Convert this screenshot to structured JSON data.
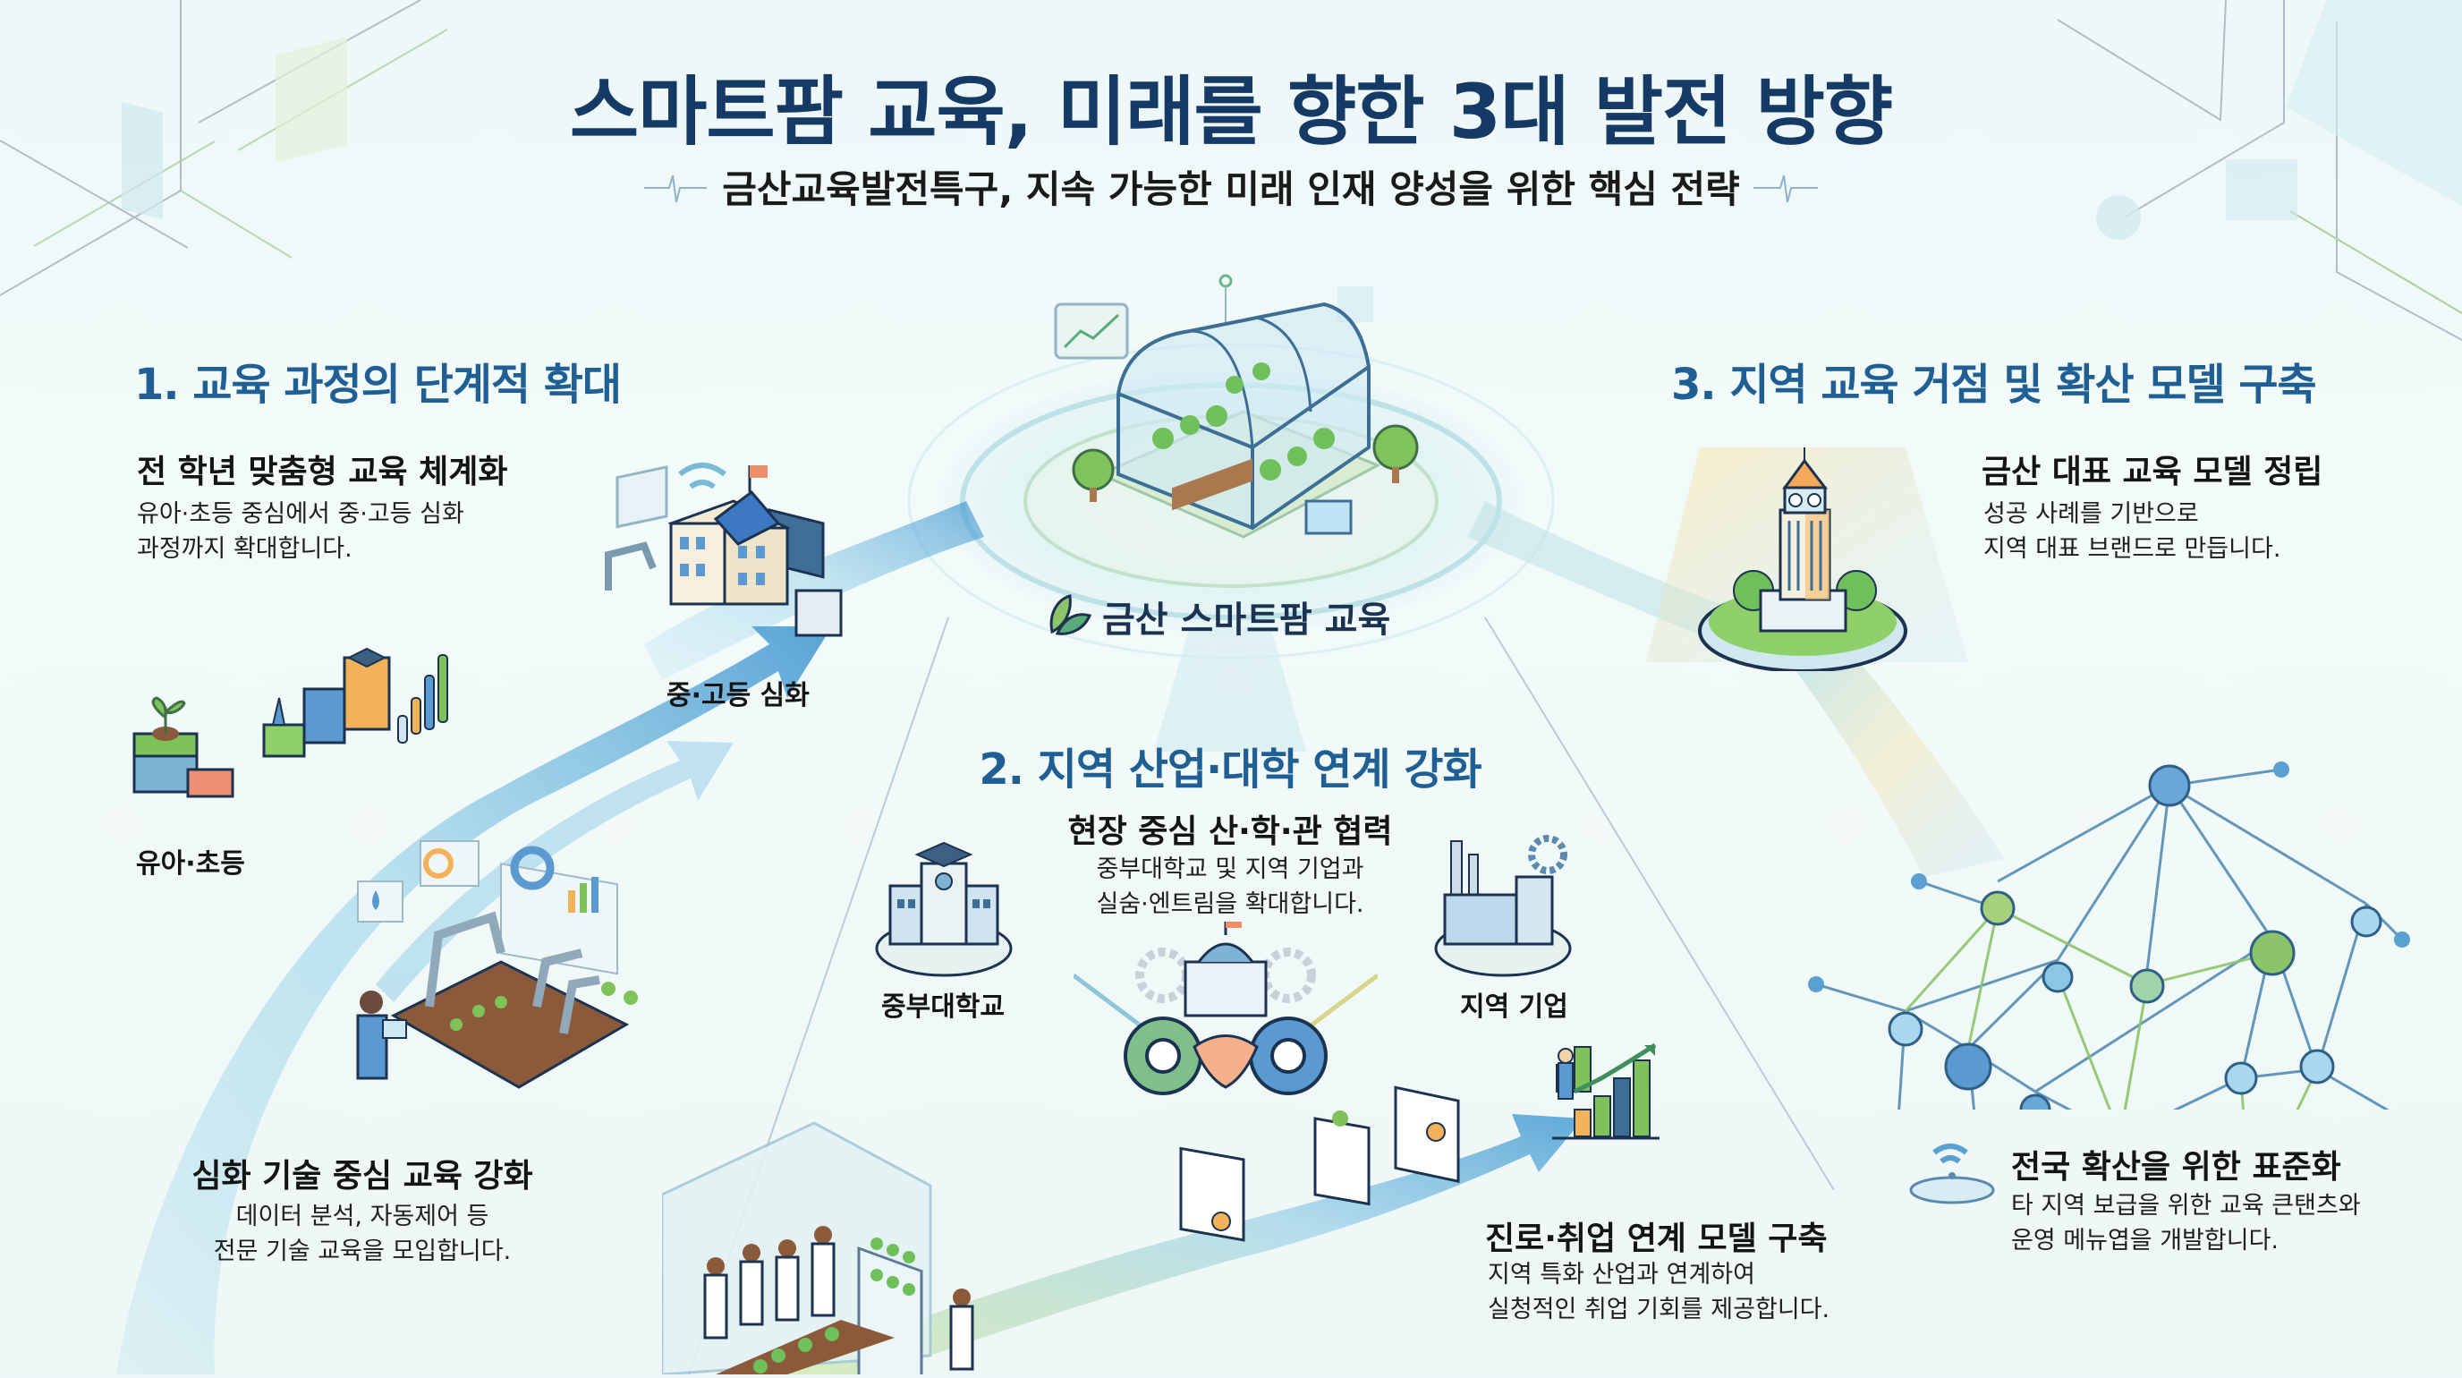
{
  "header": {
    "title": "스마트팜 교육, 미래를 향한 3대 발전 방향",
    "subtitle": "금산교육발전특구, 지속 가능한 미래 인재 양성을 위한 핵심 전략"
  },
  "hub": {
    "label": "금산 스마트팜 교육",
    "icon": "leaf-icon"
  },
  "sections": [
    {
      "title": "1. 교육 과정의 단계적 확대",
      "items": [
        {
          "heading": "전 학년 맞춤형 교육 체계화",
          "body_lines": [
            "유아·초등 중심에서 중·고등 심화",
            "과정까지 확대합니다."
          ]
        },
        {
          "heading": "심화 기술 중심 교육 강화",
          "body_lines": [
            "데이터 분석, 자동제어 등",
            "전문 기술 교육을 모입합니다."
          ]
        }
      ],
      "labels": {
        "start": "유아·초등",
        "end": "중·고등 심화"
      }
    },
    {
      "title": "2. 지역 산업·대학 연계 강화",
      "items": [
        {
          "heading": "현장 중심 산·학·관 협력",
          "body_lines": [
            "중부대학교 및 지역 기업과",
            "실숨·엔트림을 확대합니다."
          ]
        },
        {
          "heading": "진로·취업 연계 모델 구축",
          "body_lines": [
            "지역 특화 산업과 연계하여",
            "실청적인 취업 기회를 제공합니다."
          ]
        }
      ],
      "labels": {
        "university": "중부대학교",
        "company": "지역 기업"
      }
    },
    {
      "title": "3. 지역 교육 거점 및 확산 모델 구축",
      "items": [
        {
          "heading": "금산 대표 교육 모델 정립",
          "body_lines": [
            "성공 사례를 기반으로",
            "지역 대표 브랜드로 만듭니다."
          ]
        },
        {
          "heading": "전국 확산을 위한 표준화",
          "body_lines": [
            "타 지역 보급을 위한 교육 큰탠츠와",
            "운영 메뉴엽을 개발합니다."
          ]
        }
      ]
    }
  ],
  "colors": {
    "title": "#153a66",
    "section_title": "#1f5f93",
    "accent_blue": "#5aa9d6",
    "accent_green": "#8cc46a",
    "background": "#eef8f8"
  }
}
